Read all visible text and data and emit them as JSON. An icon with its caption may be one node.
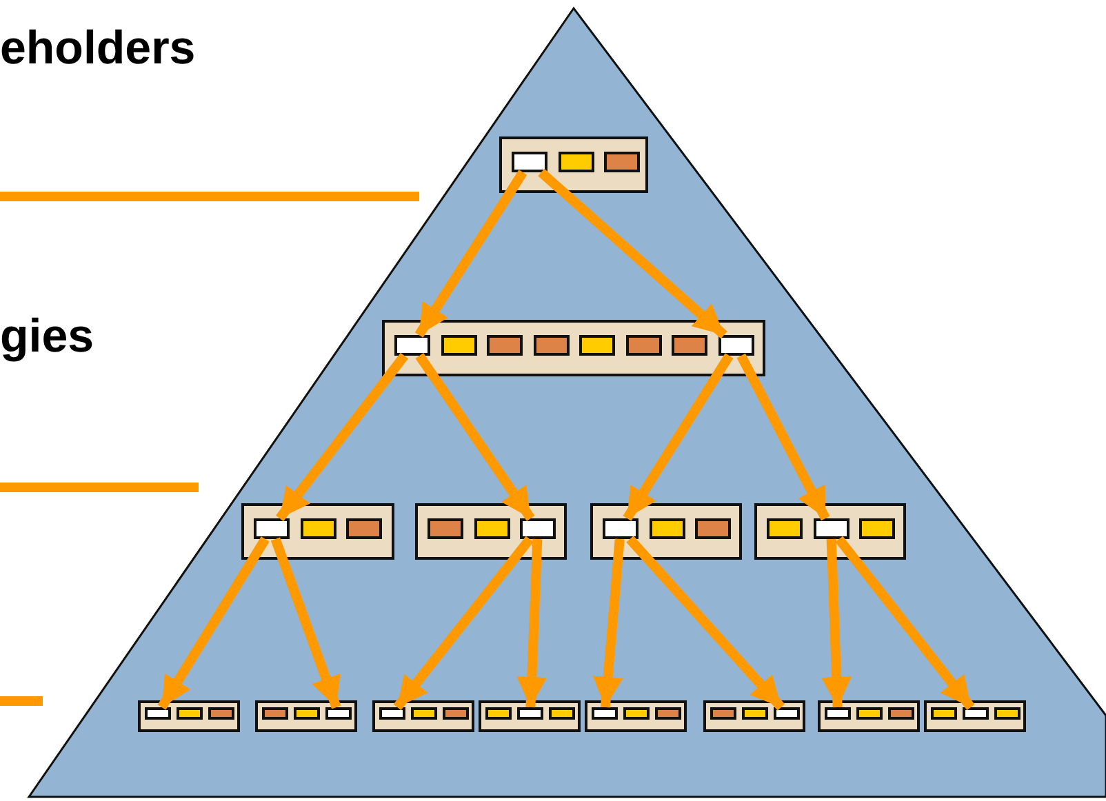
{
  "diagram": {
    "nodes": [
      {
        "text": [],
        "shape": "triangle"
      },
      {
        "text": [],
        "shape": "box",
        "in": 0
      },
      {
        "text": [],
        "shape": "box",
        "in": 1
      },
      {
        "text": [],
        "shape": "box",
        "in": 0
      },
      {
        "text": [],
        "shape": "box",
        "in": 3
      },
      {
        "text": [],
        "shape": "box",
        "in": 3
      },
      {
        "text": [],
        "shape": "box",
        "in": 0
      },
      {
        "text": [],
        "shape": "box",
        "in": 6
      },
      {
        "text": [],
        "shape": "box",
        "in": 0
      },
      {
        "text": [],
        "shape": "box",
        "in": 8
      },
      {
        "text": [],
        "shape": "box",
        "in": 0
      },
      {
        "text": [],
        "shape": "box",
        "in": 10
      },
      {
        "text": [],
        "shape": "box",
        "in": 0
      },
      {
        "text": [],
        "shape": "box",
        "in": 12
      },
      {
        "text": [],
        "shape": "box",
        "in": 0
      },
      {
        "text": [],
        "shape": "box",
        "in": 14
      },
      {
        "text": [],
        "shape": "box",
        "in": 0
      },
      {
        "text": [],
        "shape": "box",
        "in": 16
      },
      {
        "text": [],
        "shape": "box",
        "in": 0
      },
      {
        "text": [],
        "shape": "box",
        "in": 18
      },
      {
        "text": [],
        "shape": "box",
        "in": 0
      },
      {
        "text": [],
        "shape": "box",
        "in": 20
      },
      {
        "text": [],
        "shape": "box",
        "in": 0
      },
      {
        "text": [],
        "shape": "box",
        "in": 22
      },
      {
        "text": [],
        "shape": "box",
        "in": 0
      },
      {
        "text": [],
        "shape": "box",
        "in": 24
      },
      {
        "text": [],
        "shape": "box",
        "in": 0
      },
      {
        "text": [],
        "shape": "box",
        "in": 26
      },
      {
        "text": [],
        "shape": "box",
        "in": 0
      },
      {
        "text": [],
        "shape": "box",
        "in": 28
      }
    ],
    "edges": [
      {
        "from": 2,
        "to": 4,
        "arrow": "to"
      },
      {
        "from": 2,
        "to": 5,
        "arrow": "to"
      },
      {
        "from": 4,
        "to": 7,
        "arrow": "to"
      },
      {
        "from": 4,
        "to": 9,
        "arrow": "to"
      },
      {
        "from": 5,
        "to": 11,
        "arrow": "to"
      },
      {
        "from": 5,
        "to": 13,
        "arrow": "to"
      },
      {
        "from": 7,
        "to": 15,
        "arrow": "to"
      },
      {
        "from": 7,
        "to": 17,
        "arrow": "to"
      },
      {
        "from": 9,
        "to": 19,
        "arrow": "to"
      },
      {
        "from": 9,
        "to": 21,
        "arrow": "to"
      },
      {
        "from": 11,
        "to": 23,
        "arrow": "to"
      },
      {
        "from": 11,
        "to": 25,
        "arrow": "to"
      },
      {
        "from": 13,
        "to": 27,
        "arrow": "to"
      },
      {
        "from": 13,
        "to": 29,
        "arrow": "to"
      }
    ],
    "labels": [
      "eholders",
      "gies"
    ]
  }
}
